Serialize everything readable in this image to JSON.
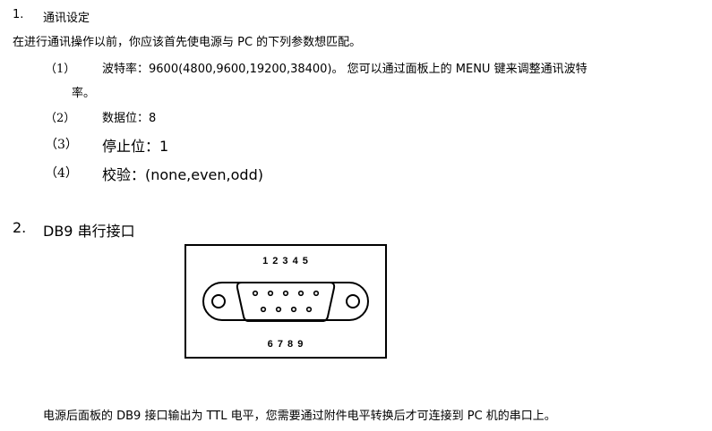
{
  "section1": {
    "heading_num": "1.",
    "heading": "通讯设定",
    "intro": "在进行通讯操作以前，你应该首先使电源与 PC 的下列参数想匹配。",
    "items": [
      {
        "num": "（1）",
        "text": "波特率：9600(4800,9600,19200,38400)。 您可以通过面板上的  MENU  键来调整通讯波特",
        "cont": "率。"
      },
      {
        "num": "（2）",
        "text": "数据位：8"
      },
      {
        "num": "（3）",
        "text": "停止位：1"
      },
      {
        "num": "（4）",
        "text": "校验：(none,even,odd)"
      }
    ]
  },
  "section2": {
    "heading_num": "2.",
    "heading": "DB9 串行接口",
    "connector": {
      "top_pins": "1 2 3 4 5",
      "bottom_pins": "6 7 8 9"
    },
    "note": "电源后面板的 DB9 接口输出为 TTL 电平，您需要通过附件电平转换后才可连接到 PC 机的串口上。"
  }
}
